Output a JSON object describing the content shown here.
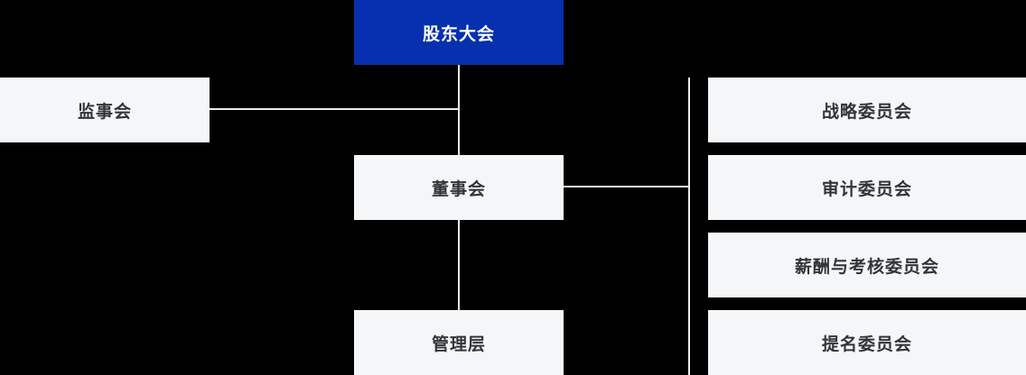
{
  "org_chart": {
    "nodes": {
      "shareholders": {
        "label": "股东大会"
      },
      "supervisory": {
        "label": "监事会"
      },
      "board": {
        "label": "董事会"
      },
      "management": {
        "label": "管理层"
      },
      "committee_strategy": {
        "label": "战略委员会"
      },
      "committee_audit": {
        "label": "审计委员会"
      },
      "committee_remuneration": {
        "label": "薪酬与考核委员会"
      },
      "committee_nomination": {
        "label": "提名委员会"
      }
    },
    "colors": {
      "background": "#000000",
      "primary_fill": "#0630ae",
      "primary_text": "#ffffff",
      "node_fill": "#f5f6f8",
      "node_text": "#333438",
      "connector": "#e9ebee"
    }
  }
}
